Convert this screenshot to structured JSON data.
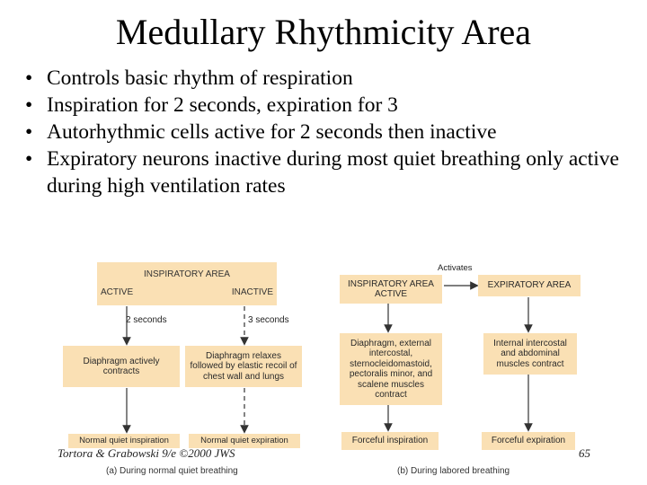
{
  "title": "Medullary Rhythmicity Area",
  "bullets": [
    "Controls basic rhythm of respiration",
    "Inspiration for 2 seconds, expiration for 3",
    "Autorhythmic cells active for 2 seconds then inactive",
    "Expiratory neurons inactive during most quiet breathing only active during high ventilation rates"
  ],
  "figure_a": {
    "area_title": "INSPIRATORY AREA",
    "active": "ACTIVE",
    "inactive": "INACTIVE",
    "time_active": "2 seconds",
    "time_inactive": "3 seconds",
    "box_left": "Diaphragm actively contracts",
    "box_right": "Diaphragm relaxes followed by elastic recoil of chest wall and lungs",
    "out_left": "Normal quiet inspiration",
    "out_right": "Normal quiet expiration",
    "caption": "(a) During normal quiet breathing"
  },
  "figure_b": {
    "activates": "Activates",
    "insp_area": "INSPIRATORY AREA ACTIVE",
    "exp_area": "EXPIRATORY AREA",
    "box_left": "Diaphragm, external intercostal, sternocleidomastoid, pectoralis minor, and scalene muscles contract",
    "box_right": "Internal intercostal and abdominal muscles contract",
    "out_left": "Forceful inspiration",
    "out_right": "Forceful expiration",
    "caption": "(b) During labored breathing"
  },
  "footer": {
    "credit": "Tortora & Grabowski 9/e ©2000 JWS",
    "page": "65"
  }
}
